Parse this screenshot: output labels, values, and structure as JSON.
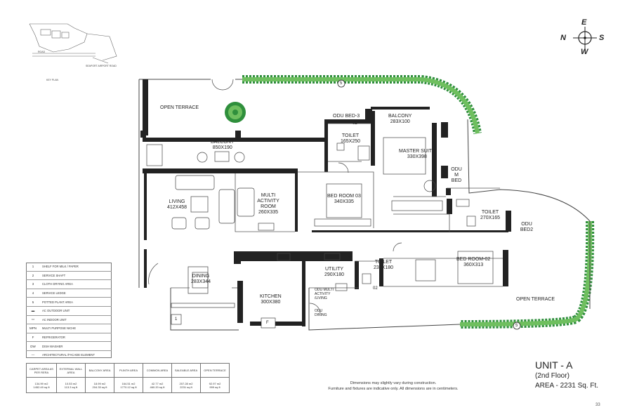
{
  "rooms": {
    "open_terrace_top": "OPEN TERRACE",
    "balcony_main": {
      "name": "BALCONY",
      "size": "850X190"
    },
    "living": {
      "name": "LIVING",
      "size": "412X458"
    },
    "multi_activity_room": {
      "name": "MULTI ACTIVITY ROOM",
      "size": "260X335"
    },
    "odu_bed3": "ODU BED-3",
    "balcony_small": {
      "name": "BALCONY",
      "size": "283X100"
    },
    "toilet_top": {
      "name": "TOILET",
      "size": "165X250"
    },
    "master_suite": {
      "name": "MASTER SUITE",
      "size": "330X398"
    },
    "odu_m_bed": "ODU M BED",
    "bed_room_03": {
      "name": "BED ROOM 03",
      "size": "340X335"
    },
    "toilet_right": {
      "name": "TOILET",
      "size": "270X165"
    },
    "odu_bed2": "ODU BED2",
    "dining": {
      "name": "DINING",
      "size": "283X344"
    },
    "utility": {
      "name": "UTILITY",
      "size": "290X180"
    },
    "toilet_mid": {
      "name": "TOILET",
      "size": "230X180"
    },
    "bed_room_02": {
      "name": "BED ROOM-02",
      "size": "360X313"
    },
    "kitchen": {
      "name": "KITCHEN",
      "size": "300X380"
    },
    "odu_multi_activity": "ODU MULTI ACTIVITY /LIVING",
    "odu_dining": "ODU DINING",
    "open_terrace_bottom": "OPEN TERRACE",
    "dw": "DW",
    "fridge": "F",
    "num_02": "02",
    "num_05": "5",
    "num_1": "1"
  },
  "keyplan": {
    "road_label": "ROAD",
    "airport_road": "SEAPORT AIRPORT ROAD",
    "caption": "KEY PLAN"
  },
  "compass": {
    "n": "N",
    "e": "E",
    "s": "S",
    "w": "W"
  },
  "legend": [
    {
      "symbol": "1",
      "text": "SHELF FOR MILK / PAPER"
    },
    {
      "symbol": "2",
      "text": "SERVICE SHAFT"
    },
    {
      "symbol": "3",
      "text": "CLOTH DRYING AREA"
    },
    {
      "symbol": "4",
      "text": "SERVICE LEDGE"
    },
    {
      "symbol": "5",
      "text": "POTTED PLANT AREA"
    },
    {
      "symbol": "▬",
      "text": "AC OUTDOOR UNIT"
    },
    {
      "symbol": "▭",
      "text": "AC INDOOR UNIT"
    },
    {
      "symbol": "MPN",
      "text": "MULTI PURPOSE NICHE"
    },
    {
      "symbol": "F",
      "text": "REFRIGERATOR"
    },
    {
      "symbol": "DW",
      "text": "DISH WASHER"
    },
    {
      "symbol": "—",
      "text": "ARCHITECTURAL /FACADE ELEMENT"
    }
  ],
  "area_table": {
    "headers": [
      "CARPET AREA AS PER RERA",
      "EXTERNAL WALL AREA",
      "BALCONY AREA",
      "PLINTH AREA",
      "COMMON AREA",
      "SALEABLE AREA",
      "OPEN TERRACE"
    ],
    "values_m2": [
      "134.99 m2",
      "10.53 m2",
      "18.99 m2",
      "164.51 m2",
      "42.77 m2",
      "207.28 m2",
      "92.97 m2"
    ],
    "values_sqft": [
      "1452.49 sq ft",
      "113.3 sq ft",
      "204.33 sq ft",
      "1770.12 sq ft",
      "460.20 sq ft",
      "2231 sq ft",
      "999 sq ft"
    ]
  },
  "unit": {
    "title": "UNIT - A",
    "floor": "(2nd Floor)",
    "area": "AREA - 2231 Sq. Ft."
  },
  "notes": {
    "line1": "Dimensions may slightly vary during construction.",
    "line2": "Furniture and fixtures are indicative only. All dimensions are in centimeters."
  },
  "page_number": "33"
}
